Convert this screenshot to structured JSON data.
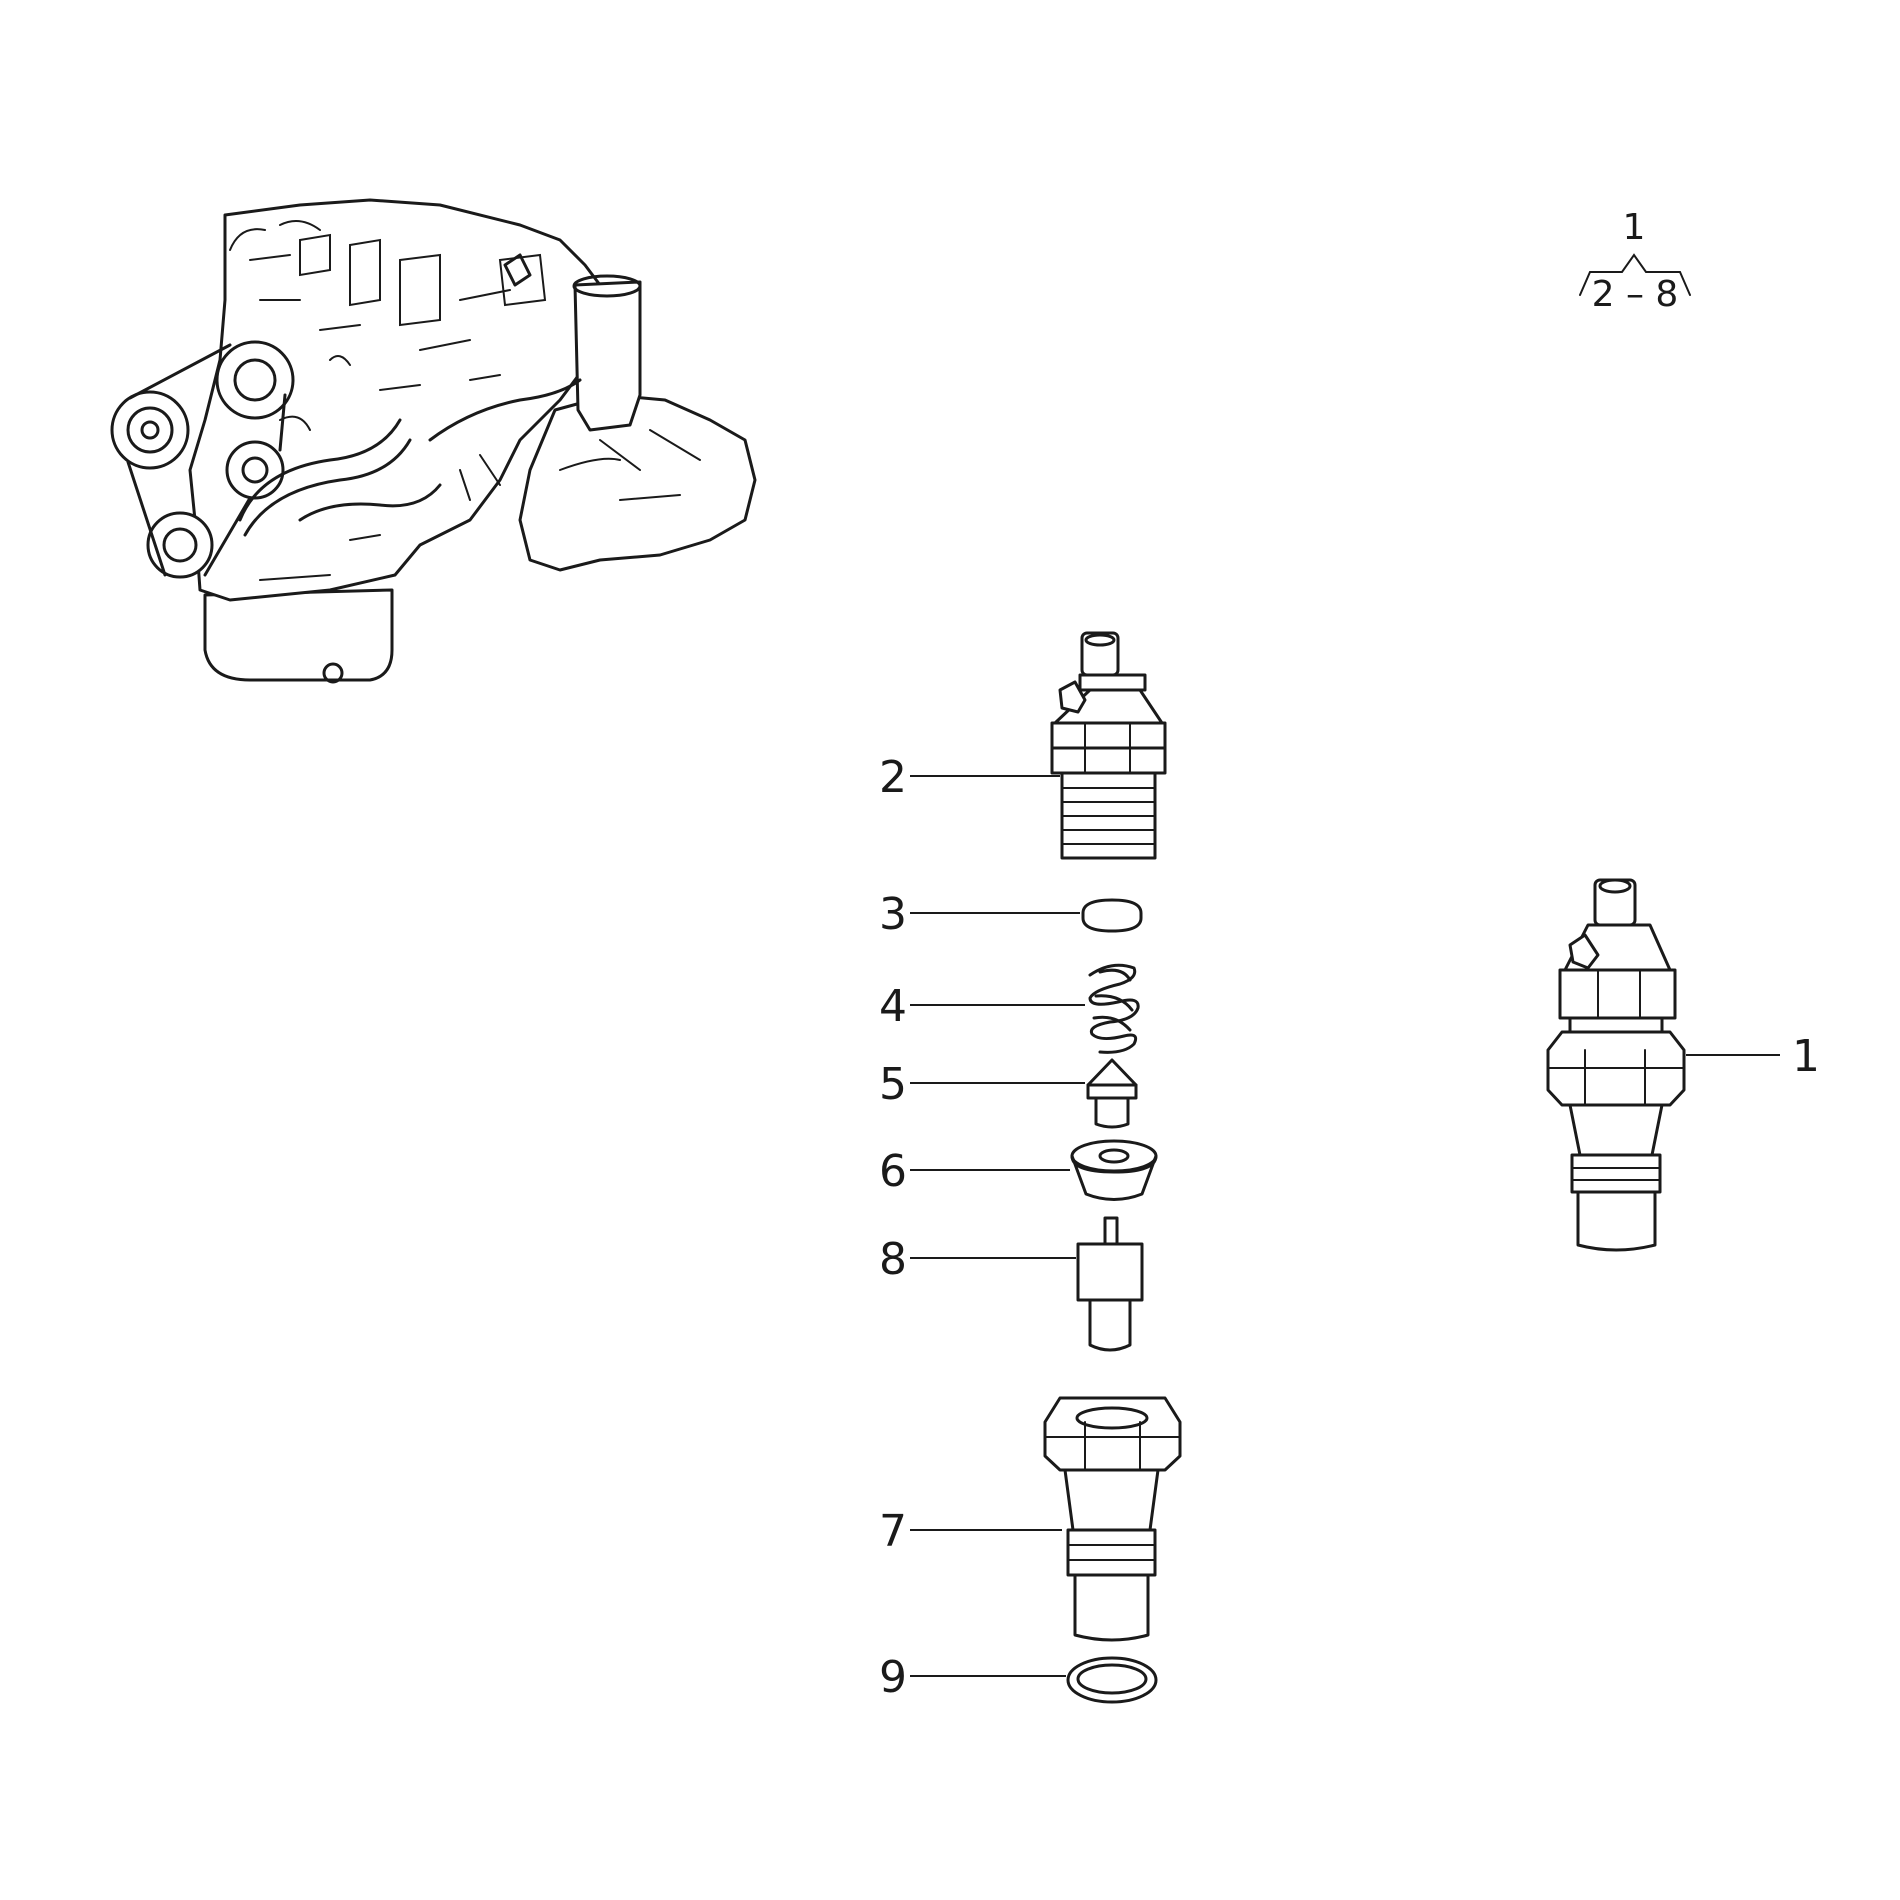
{
  "group_key": {
    "assembly": "1",
    "range": "2 – 8"
  },
  "callouts": [
    {
      "id": "2",
      "part": "nozzle-holder-body"
    },
    {
      "id": "3",
      "part": "shim"
    },
    {
      "id": "4",
      "part": "spring"
    },
    {
      "id": "5",
      "part": "pressure-pin"
    },
    {
      "id": "6",
      "part": "spacer"
    },
    {
      "id": "8",
      "part": "nozzle"
    },
    {
      "id": "7",
      "part": "retaining-nut"
    },
    {
      "id": "9",
      "part": "sealing-washer"
    },
    {
      "id": "1",
      "part": "injector-assembly"
    }
  ],
  "icons": {
    "engine": "engine-overview-icon"
  }
}
